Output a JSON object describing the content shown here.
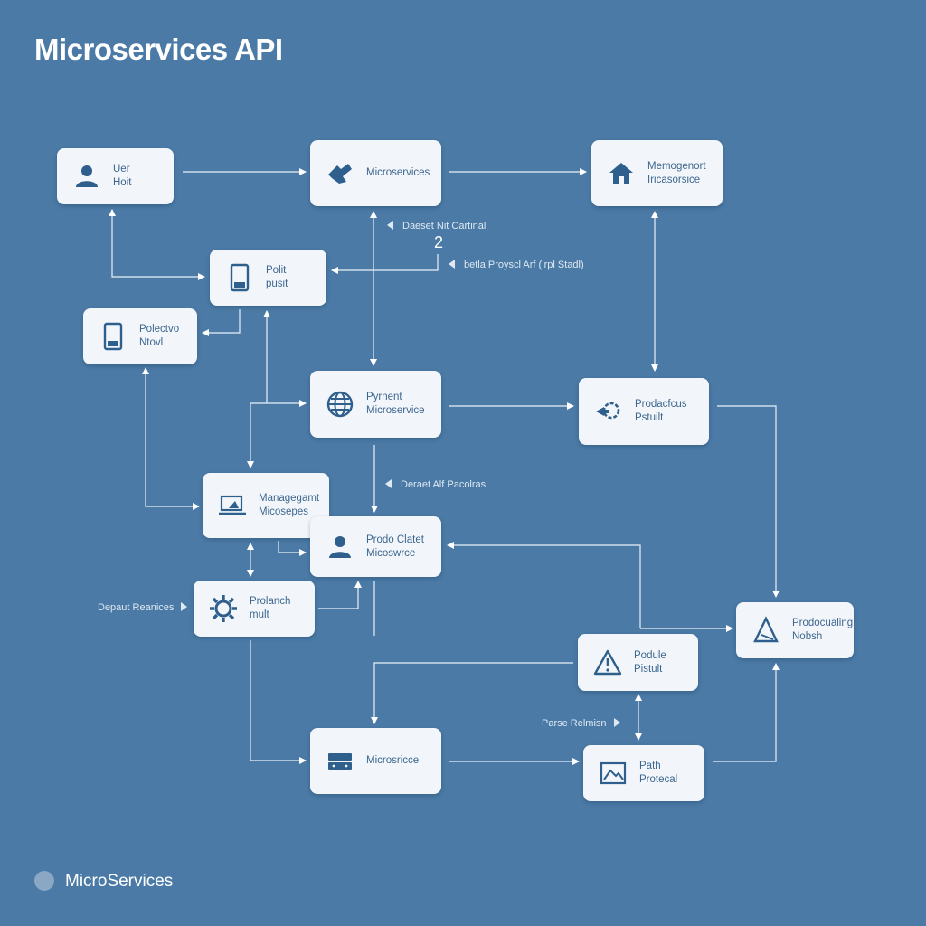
{
  "title": "Microservices API",
  "footer": {
    "label": "MicroServices"
  },
  "colors": {
    "background": "#4a7aa5",
    "node_fill": "#f2f6fa",
    "icon": "#2f5f8c",
    "edge": "#ffffff"
  },
  "nodes": {
    "user_host": {
      "line1": "Uer",
      "line2": "Hoit",
      "icon": "user-icon"
    },
    "microservices_top": {
      "line1": "Microservices",
      "line2": "",
      "icon": "hand-arrow-icon"
    },
    "management_microservice": {
      "line1": "Memogenort",
      "line2": "Iricasorsice",
      "icon": "house-icon"
    },
    "polit_pusit": {
      "line1": "Polit",
      "line2": "pusit",
      "icon": "mobile-device-icon"
    },
    "polectvo_ntovl": {
      "line1": "Polectvo",
      "line2": "Ntovl",
      "icon": "mobile-device-icon"
    },
    "payment_microservice": {
      "line1": "Pyrnent",
      "line2": "Microservice",
      "icon": "globe-icon"
    },
    "productus_pstuilt": {
      "line1": "Prodacfcus",
      "line2": "Pstuilt",
      "icon": "gear-arrow-icon"
    },
    "management_mid": {
      "line1": "Managegamt",
      "line2": "Micosepes",
      "icon": "laptop-icon"
    },
    "product_client": {
      "line1": "Prodo Clatet",
      "line2": "Micoswrce",
      "icon": "user-icon"
    },
    "prolanch_mult": {
      "line1": "Prolanch",
      "line2": "mult",
      "icon": "gear-icon"
    },
    "producing_nodsh": {
      "line1": "Prodocualing",
      "line2": "Nobsh",
      "icon": "triangle-icon"
    },
    "podule_pistult": {
      "line1": "Podule",
      "line2": "Pistult",
      "icon": "warning-icon"
    },
    "microservice_bottom": {
      "line1": "Microsricce",
      "line2": "",
      "icon": "server-icon"
    },
    "path_protocol": {
      "line1": "Path",
      "line2": "Protecal",
      "icon": "image-frame-icon"
    }
  },
  "annotations": {
    "dataset_ml_central": "Daeset Nit Cartinal",
    "number_two": "2",
    "data_proyect": "betla Proyscl Arf (lrpl Stadl)",
    "dataset_api_pacolras": "Deraet Alf Pacolras",
    "default_resources": "Depaut Reanices",
    "parse_relmisin": "Parse Relmisn"
  }
}
